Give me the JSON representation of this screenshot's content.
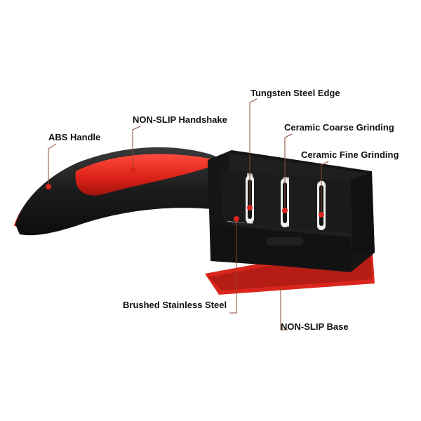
{
  "labels": {
    "abs_handle": "ABS Handle",
    "non_slip_handshake": "NON-SLIP Handshake",
    "tungsten_steel_edge": "Tungsten Steel Edge",
    "ceramic_coarse_grinding": "Ceramic Coarse Grinding",
    "ceramic_fine_grinding": "Ceramic Fine Grinding",
    "brushed_stainless_steel": "Brushed Stainless Steel",
    "non_slip_base": "NON-SLIP Base"
  },
  "colors": {
    "background": "#ffffff",
    "body_black": "#1a1a1a",
    "accent_red": "#d9261c",
    "leader_line": "#8a4a3a",
    "steel": "#c9c9c9",
    "label_text": "#111111"
  }
}
